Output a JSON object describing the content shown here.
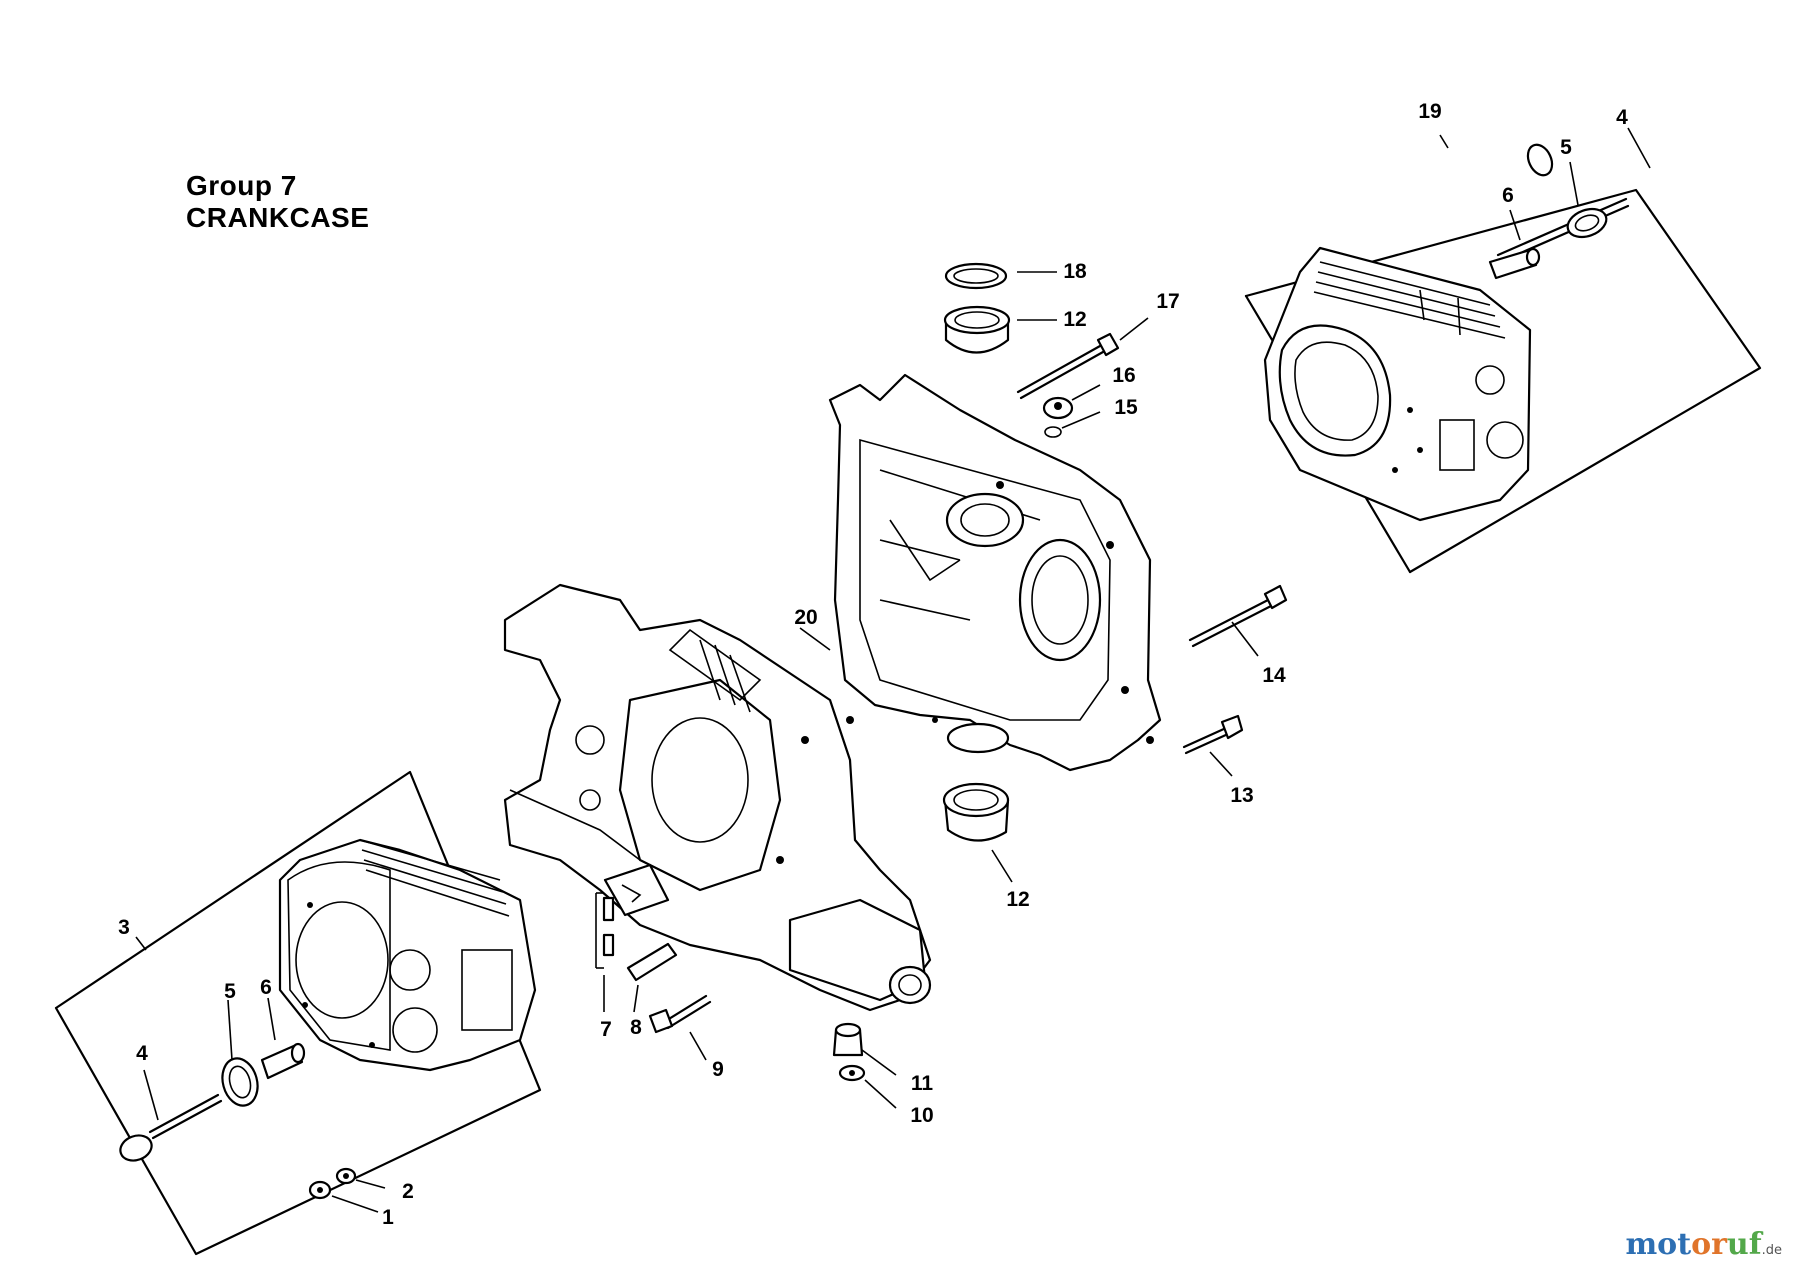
{
  "title": {
    "line1": "Group 7",
    "line2": "CRANKCASE"
  },
  "callouts": [
    {
      "id": "c19",
      "text": "19"
    },
    {
      "id": "c4a",
      "text": "4"
    },
    {
      "id": "c5a",
      "text": "5"
    },
    {
      "id": "c6a",
      "text": "6"
    },
    {
      "id": "c18",
      "text": "18"
    },
    {
      "id": "c12a",
      "text": "12"
    },
    {
      "id": "c17",
      "text": "17"
    },
    {
      "id": "c16",
      "text": "16"
    },
    {
      "id": "c15",
      "text": "15"
    },
    {
      "id": "c14",
      "text": "14"
    },
    {
      "id": "c13",
      "text": "13"
    },
    {
      "id": "c12b",
      "text": "12"
    },
    {
      "id": "c20",
      "text": "20"
    },
    {
      "id": "c3",
      "text": "3"
    },
    {
      "id": "c5b",
      "text": "5"
    },
    {
      "id": "c6b",
      "text": "6"
    },
    {
      "id": "c4b",
      "text": "4"
    },
    {
      "id": "c7",
      "text": "7"
    },
    {
      "id": "c8",
      "text": "8"
    },
    {
      "id": "c9",
      "text": "9"
    },
    {
      "id": "c11",
      "text": "11"
    },
    {
      "id": "c10",
      "text": "10"
    },
    {
      "id": "c2",
      "text": "2"
    },
    {
      "id": "c1",
      "text": "1"
    }
  ],
  "watermark": {
    "part1": "mot",
    "part2": "or",
    "part3": "uf",
    "tld": ".de"
  },
  "colors": {
    "line": "#000000",
    "background": "#ffffff",
    "watermark_blue": "#2d6fb3",
    "watermark_orange": "#e0742a",
    "watermark_green": "#53a84a"
  }
}
